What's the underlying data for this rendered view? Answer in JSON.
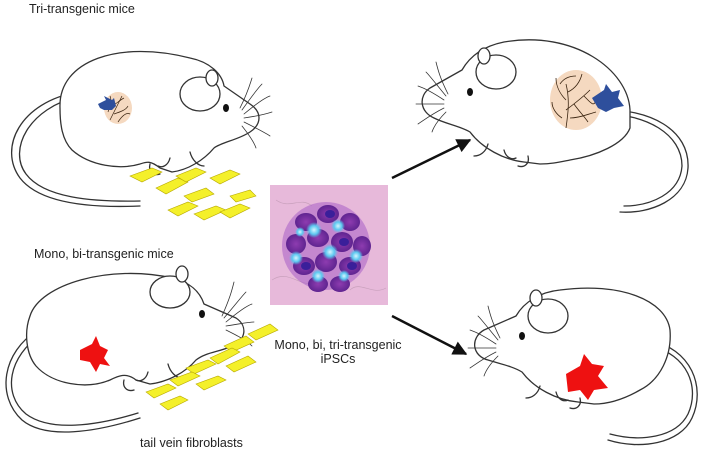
{
  "labels": {
    "tri_mice": "Tri-transgenic mice",
    "mono_bi_mice": "Mono, bi-transgenic mice",
    "ipsc_line1": "Mono, bi, tri-transgenic",
    "ipsc_line2": "iPSCs",
    "fibroblasts": "tail vein fibroblasts"
  },
  "colors": {
    "tumor_blue": "#2e4f9c",
    "tumor_red": "#ee1111",
    "vessel_bg": "#f5d9c0",
    "fibroblast": "#f4f02a",
    "ipsc_bg": "#e7b9da",
    "ipsc_cell": "#7a2c9f",
    "ipsc_nucleus": "#3a1f9a",
    "ipsc_glow": "#5cc8f0"
  }
}
